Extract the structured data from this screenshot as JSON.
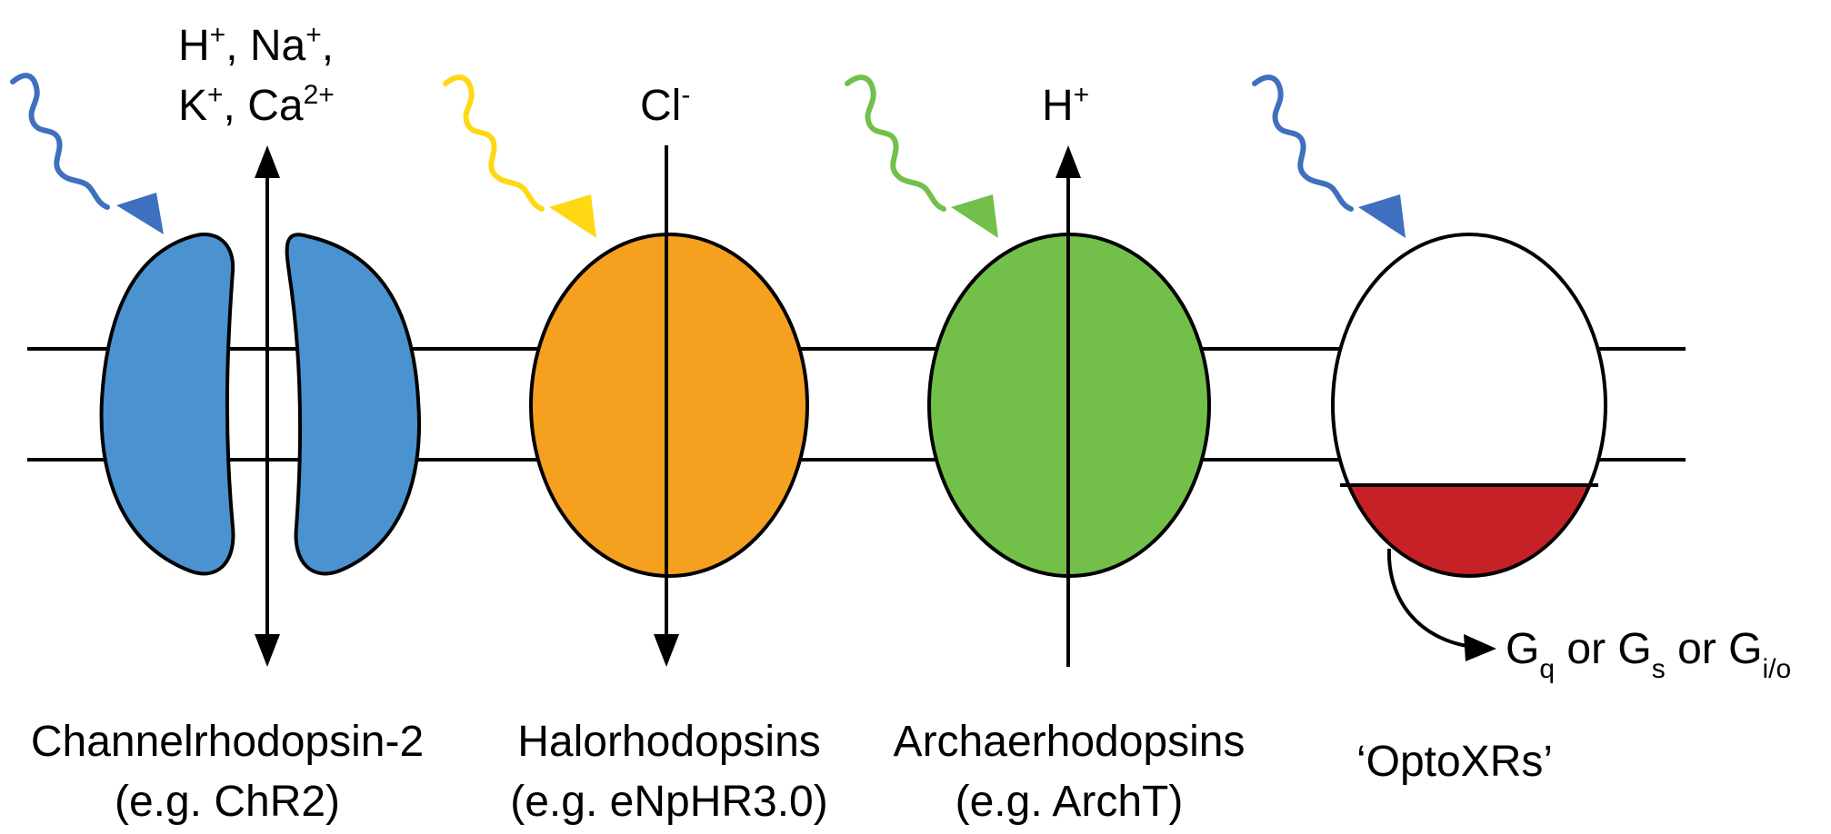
{
  "colors": {
    "channelrhodopsin_fill": "#4A93D0",
    "channelrhodopsin_light": "#3F6FBF",
    "halorhodopsin_fill": "#F5A01F",
    "halorhodopsin_light": "#FFD814",
    "archaerhodopsin_fill": "#72C04A",
    "archaerhodopsin_light": "#72C04A",
    "optoxr_fill": "#FFFFFF",
    "optoxr_bottom_fill": "#C62127",
    "optoxr_light": "#3F6FBF",
    "outline": "#000000"
  },
  "proteins": [
    {
      "ions_line1": {
        "parts": [
          "H",
          "+",
          ", Na",
          "+",
          ","
        ]
      },
      "ions_line2": {
        "parts": [
          "K",
          "+",
          ", Ca",
          "2+",
          ""
        ]
      },
      "name": "Channelrhodopsin-2",
      "example": "(e.g. ChR2)",
      "light_icon": "wavy-light-arrow-icon"
    },
    {
      "ion": {
        "base": "Cl",
        "sup": "-"
      },
      "name": "Halorhodopsins",
      "example": "(e.g. eNpHR3.0)",
      "light_icon": "wavy-light-arrow-icon"
    },
    {
      "ion": {
        "base": "H",
        "sup": "+"
      },
      "name": "Archaerhodopsins",
      "example": "(e.g. ArchT)",
      "light_icon": "wavy-light-arrow-icon"
    },
    {
      "name": "‘OptoXRs’",
      "light_icon": "wavy-light-arrow-icon",
      "signaling": {
        "g1": "G",
        "s1": "q",
        "or1": " or ",
        "g2": "G",
        "s2": "s",
        "or2": " or ",
        "g3": "G",
        "s3": "i/o"
      }
    }
  ]
}
